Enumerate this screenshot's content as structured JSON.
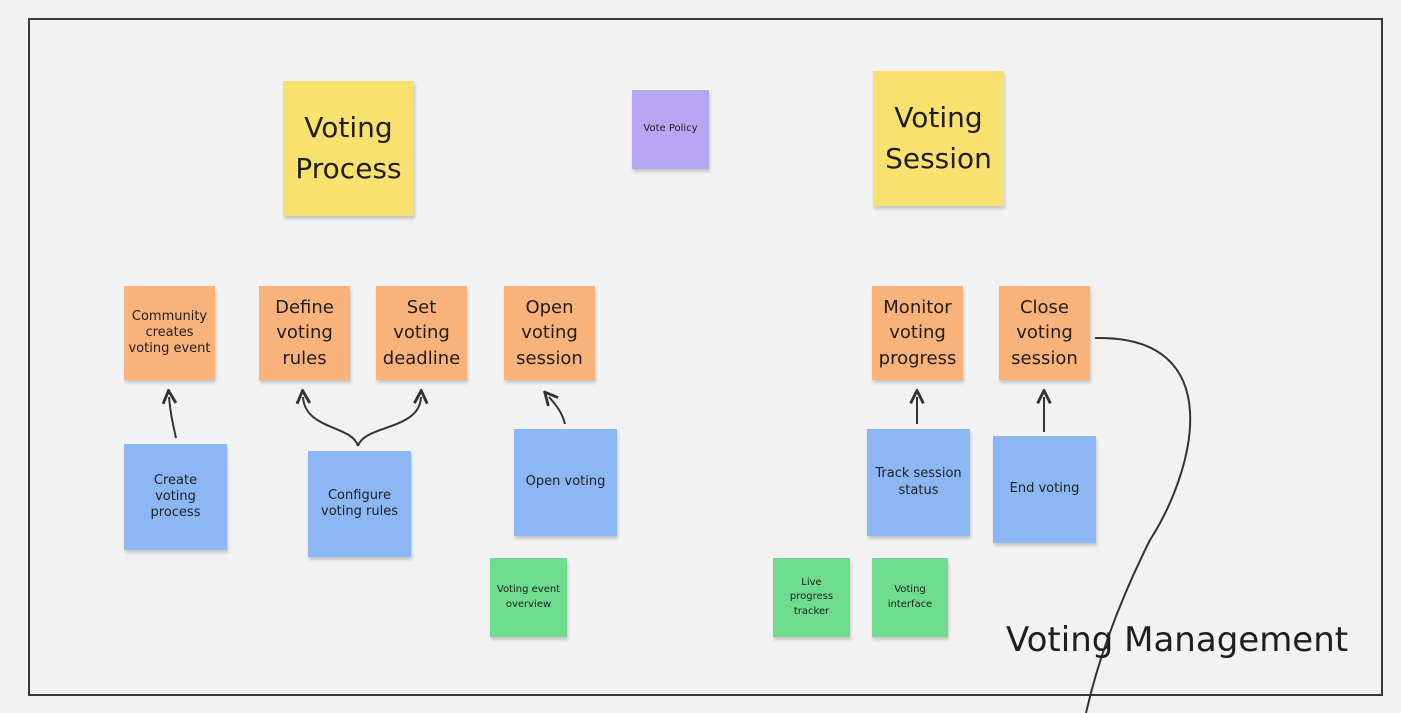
{
  "stickies": {
    "voting_process": "Voting Process",
    "vote_policy": "Vote Policy",
    "voting_session": "Voting Session",
    "community_creates": "Community creates voting event",
    "define_rules": "Define voting rules",
    "set_deadline": "Set voting deadline",
    "open_session": "Open voting session",
    "monitor_progress": "Monitor voting progress",
    "close_session": "Close voting session",
    "create_process": "Create voting process",
    "configure_rules": "Configure voting rules",
    "open_voting": "Open voting",
    "track_status": "Track session status",
    "end_voting": "End voting",
    "event_overview": "Voting event overview",
    "live_tracker": "Live progress tracker",
    "voting_interface": "Voting interface"
  },
  "frame_label": "Voting Management",
  "colors": {
    "yellow": "#f9e16f",
    "purple": "#b7a6f4",
    "orange": "#f8b27a",
    "blue": "#8db7f4",
    "green": "#6edb8f"
  }
}
